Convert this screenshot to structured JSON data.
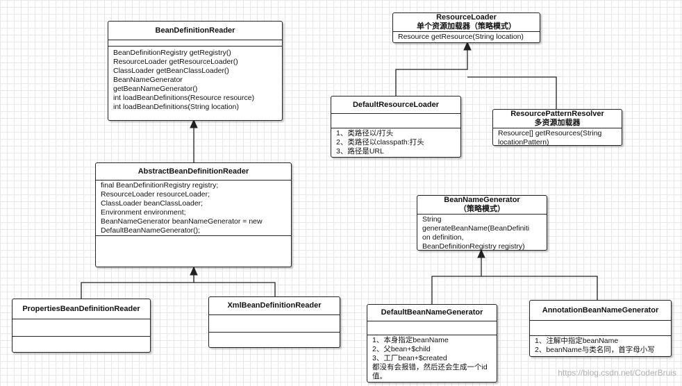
{
  "classes": {
    "bdr": {
      "name": "BeanDefinitionReader",
      "attrs": "",
      "methods": "BeanDefinitionRegistry getRegistry()\nResourceLoader getResourceLoader()\nClassLoader getBeanClassLoader()\nBeanNameGenerator\ngetBeanNameGenerator()\nint loadBeanDefinitions(Resource resource)\nint loadBeanDefinitions(String location)"
    },
    "abdr": {
      "name": "AbstractBeanDefinitionReader",
      "attrs": "final BeanDefinitionRegistry registry;\nResourceLoader resourceLoader;\nClassLoader beanClassLoader;\nEnvironment environment;\nBeanNameGenerator beanNameGenerator = new\nDefaultBeanNameGenerator();",
      "methods": ""
    },
    "pbdr": {
      "name": "PropertiesBeanDefinitionReader",
      "attrs": "",
      "methods": ""
    },
    "xbdr": {
      "name": "XmlBeanDefinitionReader",
      "attrs": "",
      "methods": ""
    },
    "rl": {
      "name": "ResourceLoader",
      "subtitle": "单个资源加载器（策略模式）",
      "methods": "Resource getResource(String location)"
    },
    "drl": {
      "name": "DefaultResourceLoader",
      "attrs": "",
      "methods": "1、类路径以/打头\n2、类路径以classpath:打头\n3、路径是URL"
    },
    "rpr": {
      "name": "ResourcePatternResolver",
      "subtitle": "多资源加载器",
      "methods": "Resource[] getResources(String\nlocationPattern)"
    },
    "bng": {
      "name": "BeanNameGenerator",
      "subtitle": "（策略模式）",
      "methods": "String\ngenerateBeanName(BeanDefiniti\non definition,\nBeanDefinitionRegistry registry)"
    },
    "dbng": {
      "name": "DefaultBeanNameGenerator",
      "attrs": "",
      "methods": "1、本身指定beanName\n2、父bean+$child\n3、工厂bean+$created\n都没有会报错，然后还会生成一个id\n值。"
    },
    "abng": {
      "name": "AnnotationBeanNameGenerator",
      "attrs": "",
      "methods": "1、注解中指定beanName\n2、beanName与类名同，首字母小写"
    }
  },
  "watermark": "https://blog.csdn.net/CoderBruis"
}
